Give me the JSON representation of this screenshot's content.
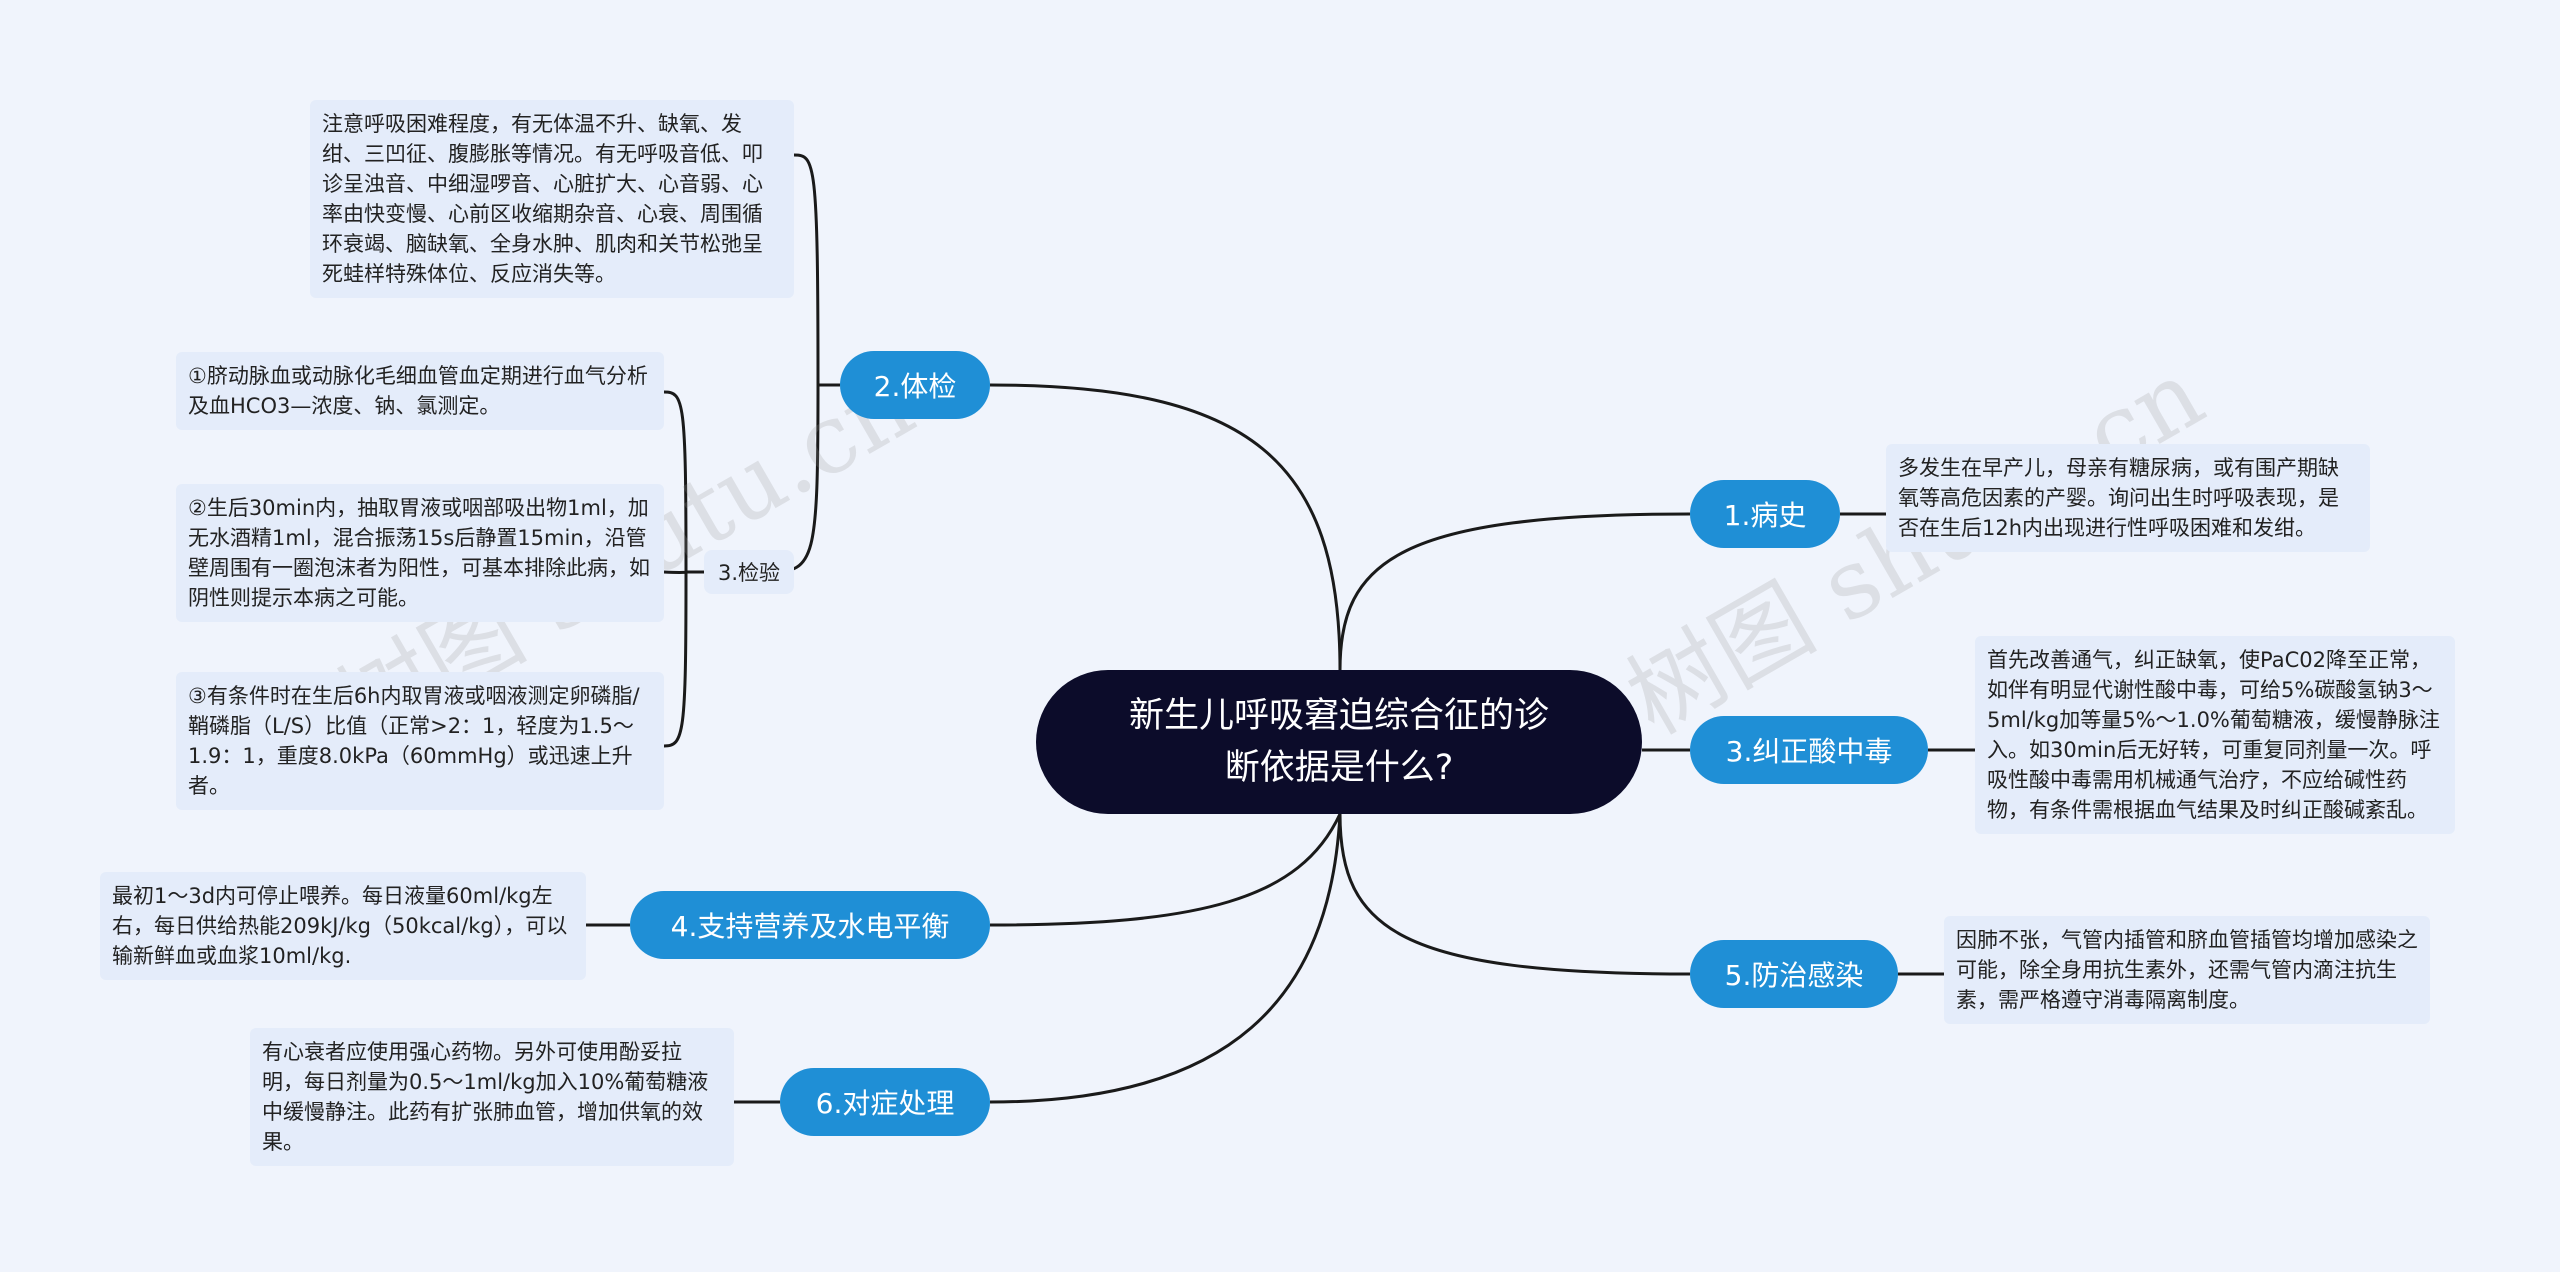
{
  "root": {
    "title": "新生儿呼吸窘迫综合征的诊断依据是什么?"
  },
  "branches": {
    "b1": {
      "label": "1.病史"
    },
    "b2": {
      "label": "2.体检"
    },
    "b3": {
      "label": "3.纠正酸中毒"
    },
    "b4": {
      "label": "4.支持营养及水电平衡"
    },
    "b5": {
      "label": "5.防治感染"
    },
    "b6": {
      "label": "6.对症处理"
    }
  },
  "sub": {
    "jianyan": {
      "label": "3.检验"
    }
  },
  "leaves": {
    "bingshi": "多发生在早产儿，母亲有糖尿病，或有围产期缺氧等高危因素的产婴。询问出生时呼吸表现，是否在生后12h内出现进行性呼吸困难和发绀。",
    "tijian": "注意呼吸困难程度，有无体温不升、缺氧、发绀、三凹征、腹膨胀等情况。有无呼吸音低、叩诊呈浊音、中细湿啰音、心脏扩大、心音弱、心率由快变慢、心前区收缩期杂音、心衰、周围循环衰竭、脑缺氧、全身水肿、肌肉和关节松弛呈死蛙样特殊体位、反应消失等。",
    "jianyan1": "①脐动脉血或动脉化毛细血管血定期进行血气分析及血HCO3—浓度、钠、氯测定。",
    "jianyan2": "②生后30min内，抽取胃液或咽部吸出物1ml，加无水酒精1ml，混合振荡15s后静置15min，沿管壁周围有一圈泡沫者为阳性，可基本排除此病，如阴性则提示本病之可能。",
    "jianyan3": "③有条件时在生后6h内取胃液或咽液测定卵磷脂/鞘磷脂（L/S）比值（正常>2：1，轻度为1.5～1.9：1，重度8.0kPa（60mmHg）或迅速上升者。",
    "jiuzheng": "首先改善通气，纠正缺氧，使PaC02降至正常，如伴有明显代谢性酸中毒，可给5%碳酸氢钠3～5ml/kg加等量5%～1.0%葡萄糖液，缓慢静脉注入。如30min后无好转，可重复同剂量一次。呼吸性酸中毒需用机械通气治疗，不应给碱性药物，有条件需根据血气结果及时纠正酸碱紊乱。",
    "yingyang": "最初1～3d内可停止喂养。每日液量60ml/kg左右，每日供给热能209kJ/kg（50kcal/kg），可以输新鲜血或血浆10ml/kg.",
    "ganran": "因肺不张，气管内插管和脐血管插管均增加感染之可能，除全身用抗生素外，还需气管内滴注抗生素，需严格遵守消毒隔离制度。",
    "duizheng": "有心衰者应使用强心药物。另外可使用酚妥拉明，每日剂量为0.5～1ml/kg加入10%葡萄糖液中缓慢静注。此药有扩张肺血管，增加供氧的效果。"
  },
  "watermarks": [
    "树图 shutu.cn",
    "树图 shutu.cn"
  ],
  "colors": {
    "root_bg": "#0c0c2a",
    "branch_bg": "#1f8fd6",
    "leaf_bg": "#e4ecfa",
    "line": "#1a1a1a"
  }
}
